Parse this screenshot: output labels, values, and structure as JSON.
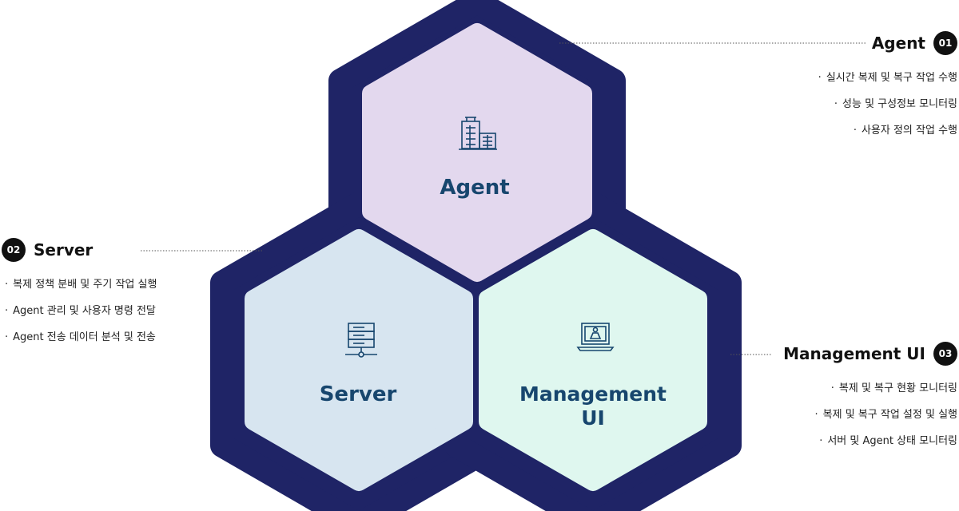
{
  "hexagons": [
    {
      "id": "agent",
      "label_lines": [
        "Agent"
      ],
      "icon": "building-icon",
      "fill": "#e3d8ee"
    },
    {
      "id": "server",
      "label_lines": [
        "Server"
      ],
      "icon": "server-icon",
      "fill": "#d7e5f0"
    },
    {
      "id": "management",
      "label_lines": [
        "Management",
        "UI"
      ],
      "icon": "laptop-user-icon",
      "fill": "#dff7ef"
    }
  ],
  "colors": {
    "frame": "#1f2466",
    "label": "#17466e",
    "badge": "#111111",
    "connector": "#555555"
  },
  "panels": {
    "agent": {
      "title": "Agent",
      "number": "01",
      "items": [
        "실시간 복제 및 복구 작업 수행",
        "성능 및 구성정보 모니터링",
        "사용자 정의 작업 수행"
      ]
    },
    "server": {
      "title": "Server",
      "number": "02",
      "items": [
        "복제 정책 분배 및 주기 작업 실행",
        "Agent 관리 및 사용자 명령 전달",
        "Agent 전송 데이터 분석 및 전송"
      ]
    },
    "management": {
      "title": "Management UI",
      "number": "03",
      "items": [
        "복제 및 복구 현황 모니터링",
        "복제 및 복구 작업 설정 및 실행",
        "서버 및 Agent 상태 모니터링"
      ]
    }
  }
}
